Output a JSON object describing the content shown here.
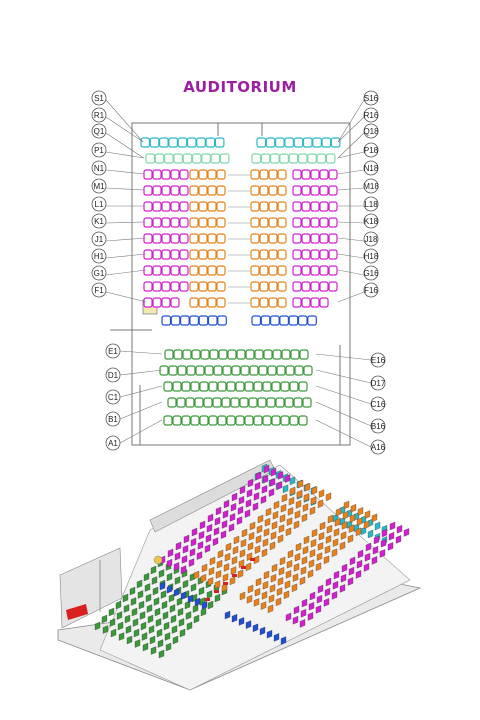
{
  "title": "AUDITORIUM",
  "colors": {
    "title": "#9b1fa0",
    "cyan": "#2ab8c8",
    "mint": "#7fd8a8",
    "magenta": "#d21fd2",
    "orange": "#e8811c",
    "blue": "#1f4fd2",
    "green": "#3a9a3a",
    "line": "#555555"
  },
  "left_labels": [
    "S1",
    "R1",
    "Q1",
    "P1",
    "N1",
    "M1",
    "L1",
    "K1",
    "J1",
    "H1",
    "G1",
    "F1"
  ],
  "right_labels": [
    "S16",
    "R16",
    "Q18",
    "P18",
    "N18",
    "M18",
    "L18",
    "K18",
    "J18",
    "H18",
    "G16",
    "F16"
  ],
  "lower_left_labels": [
    "E1",
    "D1",
    "C1",
    "B1",
    "A1"
  ],
  "lower_right_labels": [
    "E16",
    "D17",
    "C16",
    "B16",
    "A16"
  ]
}
